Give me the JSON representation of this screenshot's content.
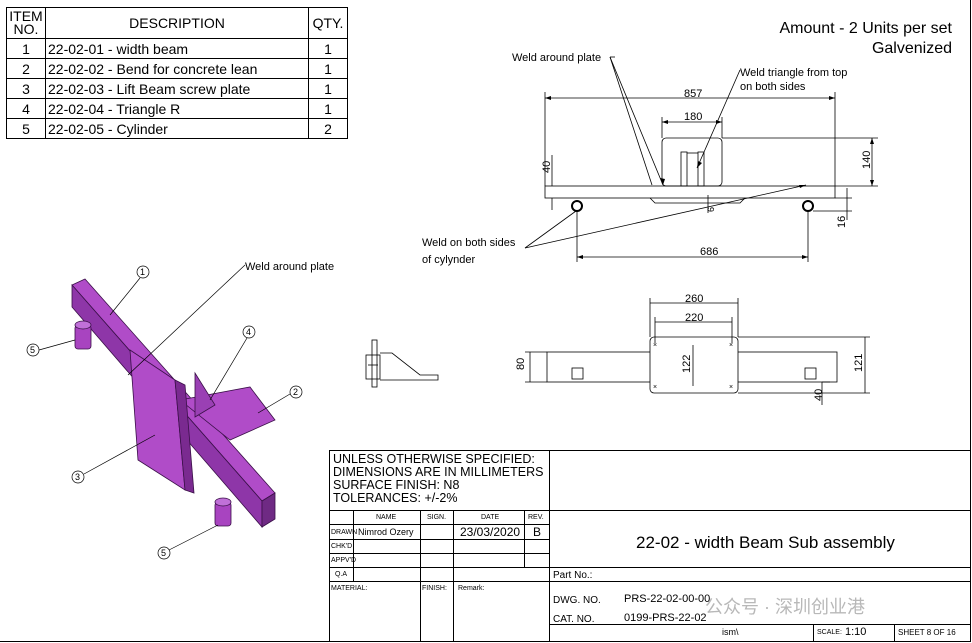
{
  "bom": {
    "headers": {
      "item": "ITEM NO.",
      "description": "DESCRIPTION",
      "qty": "QTY."
    },
    "rows": [
      {
        "item": "1",
        "description": "22-02-01 - width beam",
        "qty": "1"
      },
      {
        "item": "2",
        "description": "22-02-02 - Bend for concrete lean",
        "qty": "1"
      },
      {
        "item": "3",
        "description": "22-02-03 - Lift Beam screw plate",
        "qty": "1"
      },
      {
        "item": "4",
        "description": "22-02-04 - Triangle R",
        "qty": "1"
      },
      {
        "item": "5",
        "description": "22-02-05 - Cylinder",
        "qty": "2"
      }
    ]
  },
  "notes": {
    "amount": "Amount - 2 Units per set",
    "finish": "Galvenized"
  },
  "front_view": {
    "weld_plate": "Weld around plate",
    "weld_triangle_1": "Weld triangle from top",
    "weld_triangle_2": "on both sides",
    "weld_cyl_1": "Weld on both sides",
    "weld_cyl_2": "of cylynder",
    "dim_857": "857",
    "dim_180": "180",
    "dim_140": "140",
    "dim_40": "40",
    "dim_6": "6",
    "dim_16": "16",
    "dim_686": "686"
  },
  "top_view": {
    "dim_260": "260",
    "dim_220": "220",
    "dim_80": "80",
    "dim_122": "122",
    "dim_121": "121",
    "dim_40": "40"
  },
  "iso_view": {
    "weld_plate": "Weld around plate",
    "balloons": [
      "1",
      "2",
      "3",
      "4",
      "5",
      "5"
    ]
  },
  "title_block": {
    "spec_1": "UNLESS OTHERWISE SPECIFIED:",
    "spec_2": "DIMENSIONS ARE IN MILLIMETERS",
    "spec_3": "SURFACE FINISH: N8",
    "spec_4": "TOLERANCES: +/-2%",
    "col_name": "NAME",
    "col_sign": "SIGN.",
    "col_date": "DATE",
    "col_rev": "REV.",
    "drawn_label": "DRAWN",
    "drawn_name": "Nimrod Ozery",
    "drawn_date": "23/03/2020",
    "drawn_rev": "B",
    "chkd": "CHK'D",
    "appvd": "APPV'D",
    "qa": "Q.A",
    "material": "MATERIAL:",
    "finish": "FINISH:",
    "remark": "Remark:",
    "title": "22-02 - width Beam Sub assembly",
    "part_no": "Part No.:",
    "dwg_label": "DWG. NO.",
    "dwg_value": "PRS-22-02-00-00",
    "cat_label": "CAT. NO.",
    "cat_value": "0199-PRS-22-02",
    "watermark": "公众号 · 深圳创业港",
    "file": "ism\\",
    "scale_label": "SCALE:",
    "scale_value": "1:10",
    "sheet": "SHEET 8 OF 16"
  },
  "colors": {
    "part": "#b04cc8",
    "part_dark": "#7a2a90",
    "line": "#000000"
  }
}
